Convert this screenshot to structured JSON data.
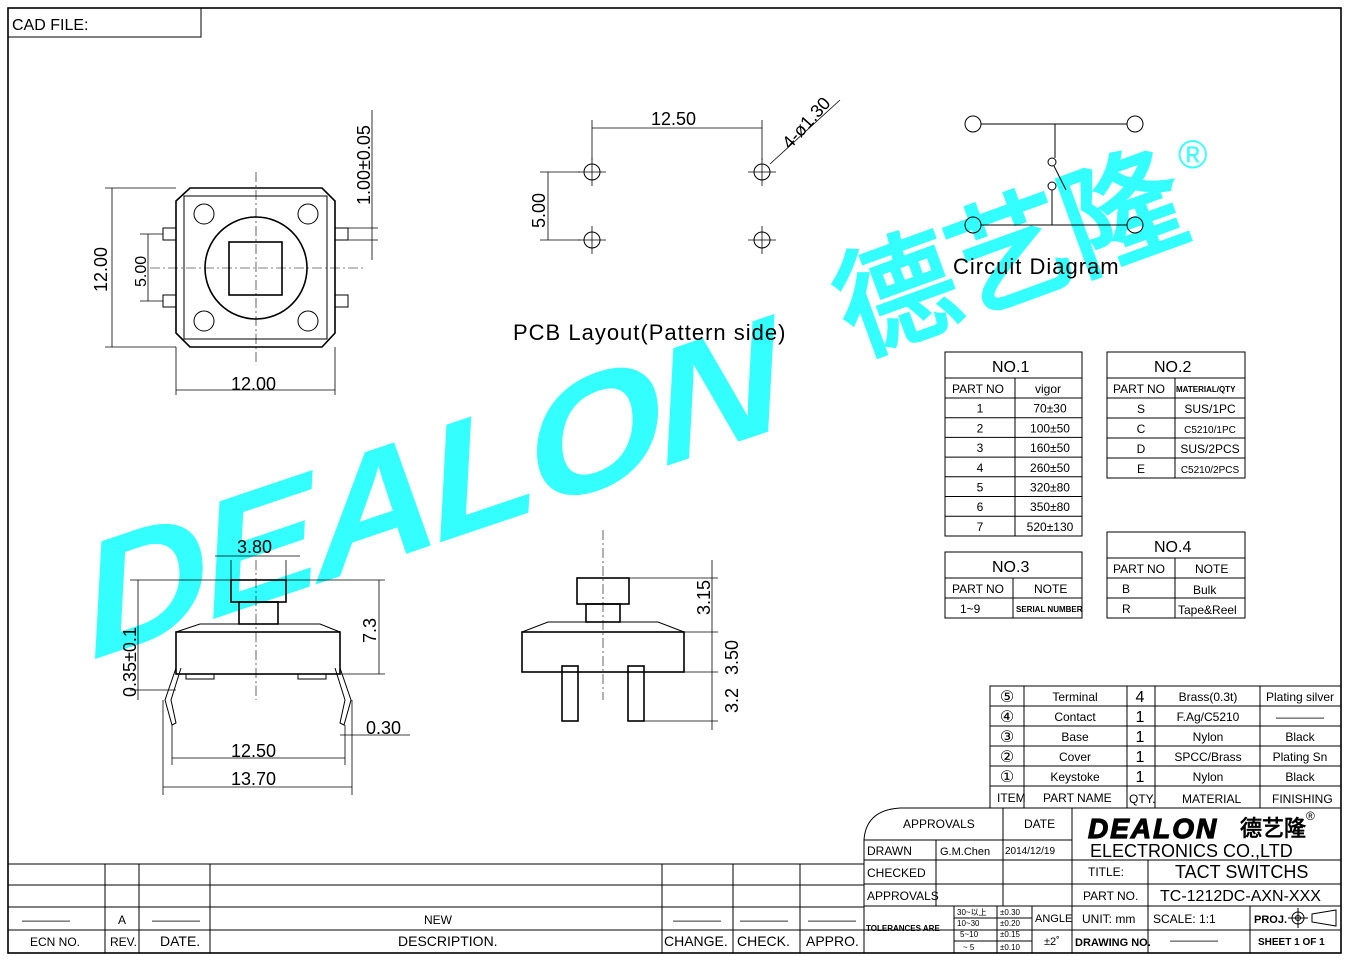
{
  "cad_file_label": "CAD FILE:",
  "dims": {
    "top_height": "12.00",
    "top_pin_pitch": "5.00",
    "top_width": "12.00",
    "top_pin_offset": "1.00±0.05",
    "pcb_x": "12.50",
    "pcb_y": "5.00",
    "pcb_hole": "4-ø1.30",
    "side_button": "3.80",
    "side_height": "7.3",
    "side_pin": "0.35±0.1",
    "side_pitch": "12.50",
    "side_span": "13.70",
    "side_lead": "0.30",
    "front_button": "3.15",
    "front_body": "3.50",
    "front_pin": "3.2"
  },
  "labels": {
    "pcb_layout": "PCB  Layout(Pattern  side)",
    "circuit": "Circuit  Diagram"
  },
  "watermark": {
    "latin": "DEALON",
    "chinese": "德艺隆",
    "mark": "®",
    "color": "#33ffff"
  },
  "table1": {
    "title": "NO.1",
    "headers": [
      "PART  NO",
      "vigor"
    ],
    "rows": [
      [
        "1",
        "70±30"
      ],
      [
        "2",
        "100±50"
      ],
      [
        "3",
        "160±50"
      ],
      [
        "4",
        "260±50"
      ],
      [
        "5",
        "320±80"
      ],
      [
        "6",
        "350±80"
      ],
      [
        "7",
        "520±130"
      ]
    ]
  },
  "table2": {
    "title": "NO.2",
    "headers": [
      "PART  NO",
      "MATERIAL/QTY"
    ],
    "rows": [
      [
        "S",
        "SUS/1PC"
      ],
      [
        "C",
        "C5210/1PC"
      ],
      [
        "D",
        "SUS/2PCS"
      ],
      [
        "E",
        "C5210/2PCS"
      ]
    ]
  },
  "table3": {
    "title": "NO.3",
    "headers": [
      "PART  NO",
      "NOTE"
    ],
    "rows": [
      [
        "1~9",
        "SERIAL NUMBER"
      ]
    ]
  },
  "table4": {
    "title": "NO.4",
    "headers": [
      "PART  NO",
      "NOTE"
    ],
    "rows": [
      [
        "B",
        "Bulk"
      ],
      [
        "R",
        "Tape&Reel"
      ]
    ]
  },
  "bom": {
    "rows": [
      [
        "⑤",
        "Terminal",
        "4",
        "Brass(0.3t)",
        "Plating silver"
      ],
      [
        "④",
        "Contact",
        "1",
        "F.Ag/C5210",
        "————"
      ],
      [
        "③",
        "Base",
        "1",
        "Nylon",
        "Black"
      ],
      [
        "②",
        "Cover",
        "1",
        "SPCC/Brass",
        "Plating Sn"
      ],
      [
        "①",
        "Keystoke",
        "1",
        "Nylon",
        "Black"
      ]
    ],
    "headers": [
      "ITEM",
      "PART NAME",
      "QTY.",
      "MATERIAL",
      "FINISHING"
    ]
  },
  "title_block": {
    "approvals": "APPROVALS",
    "date": "DATE",
    "drawn": "DRAWN",
    "drawn_by": "G.M.Chen",
    "drawn_date": "2014/12/19",
    "checked": "CHECKED",
    "approvals2": "APPROVALS",
    "tolerances": "TOLERANCES  ARE",
    "tol_ranges": [
      "30~以上",
      "10~30",
      "5~10",
      "~ 5"
    ],
    "tol_values": [
      "±0.30",
      "±0.20",
      "±0.15",
      "±0.10"
    ],
    "angle": "ANGLE",
    "angle_val": "±2˚",
    "company": "ELECTRONICS  CO.,LTD",
    "title_label": "TITLE:",
    "title_value": "TACT  SWITCHS",
    "part_label": "PART  NO.",
    "part_value": "TC-1212DC-AXN-XXX",
    "unit": "UNIT:  mm",
    "scale": "SCALE:   1:1",
    "proj": "PROJ.",
    "drawing_no": "DRAWING  NO.",
    "drawing_no_val": "————",
    "sheet": "SHEET    1  OF  1"
  },
  "revision": {
    "row": [
      "————",
      "A",
      "————",
      "NEW",
      "————",
      "————",
      "————"
    ],
    "headers": [
      "ECN  NO.",
      "REV.",
      "DATE.",
      "DESCRIPTION.",
      "CHANGE.",
      "CHECK.",
      "APPRO."
    ]
  }
}
